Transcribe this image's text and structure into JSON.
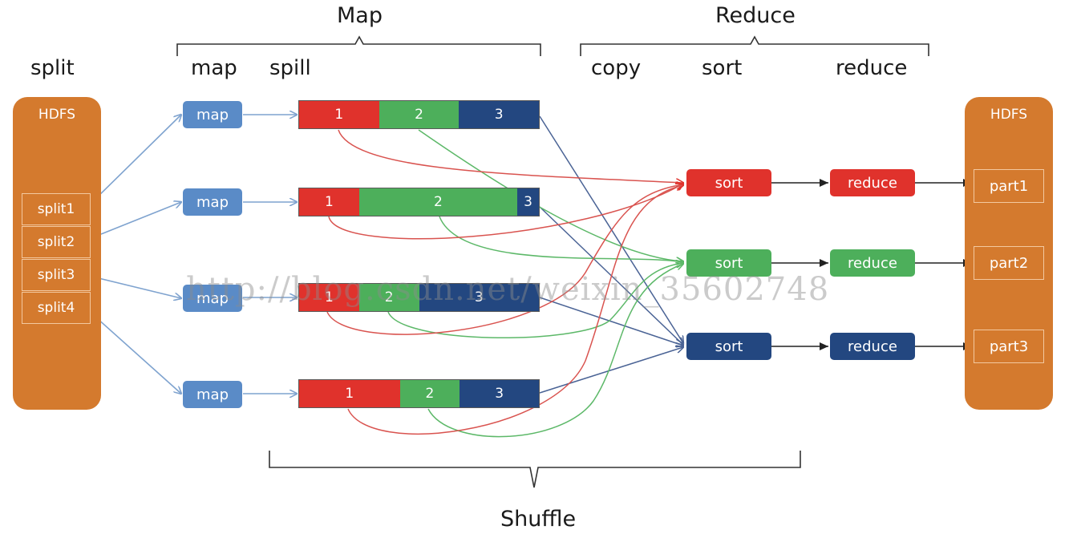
{
  "headers": {
    "map": "Map",
    "reduce": "Reduce",
    "shuffle": "Shuffle"
  },
  "stages": {
    "split": "split",
    "map": "map",
    "spill": "spill",
    "copy": "copy",
    "sort": "sort",
    "reduce": "reduce"
  },
  "hdfs_left": {
    "title": "HDFS",
    "splits": [
      "split1",
      "split2",
      "split3",
      "split4"
    ]
  },
  "hdfs_right": {
    "title": "HDFS",
    "parts": [
      "part1",
      "part2",
      "part3"
    ]
  },
  "map_tasks": [
    "map",
    "map",
    "map",
    "map"
  ],
  "spill_buffers": [
    {
      "segments": [
        {
          "label": "1",
          "color": "#E0322C",
          "weight": 1.0
        },
        {
          "label": "2",
          "color": "#4DAF5B",
          "weight": 1.0
        },
        {
          "label": "3",
          "color": "#234780",
          "weight": 1.0
        }
      ]
    },
    {
      "segments": [
        {
          "label": "1",
          "color": "#E0322C",
          "weight": 0.25
        },
        {
          "label": "2",
          "color": "#4DAF5B",
          "weight": 0.66
        },
        {
          "label": "3",
          "color": "#234780",
          "weight": 0.09
        }
      ]
    },
    {
      "segments": [
        {
          "label": "1",
          "color": "#E0322C",
          "weight": 0.25
        },
        {
          "label": "2",
          "color": "#4DAF5B",
          "weight": 0.25
        },
        {
          "label": "3",
          "color": "#234780",
          "weight": 0.5
        }
      ]
    },
    {
      "segments": [
        {
          "label": "1",
          "color": "#E0322C",
          "weight": 0.42
        },
        {
          "label": "2",
          "color": "#4DAF5B",
          "weight": 0.25
        },
        {
          "label": "3",
          "color": "#234780",
          "weight": 0.33
        }
      ]
    }
  ],
  "sort_nodes": [
    "sort",
    "sort",
    "sort"
  ],
  "reduce_nodes": [
    "reduce",
    "reduce",
    "reduce"
  ],
  "watermark": "http://blog.csdn.net/weixin_35602748",
  "colors": {
    "partition1": "#E0322C",
    "partition2": "#4DAF5B",
    "partition3": "#234780",
    "map_task": "#5A8BC7",
    "hdfs": "#D47A2E",
    "input_arrow": "#7FA3CF"
  }
}
